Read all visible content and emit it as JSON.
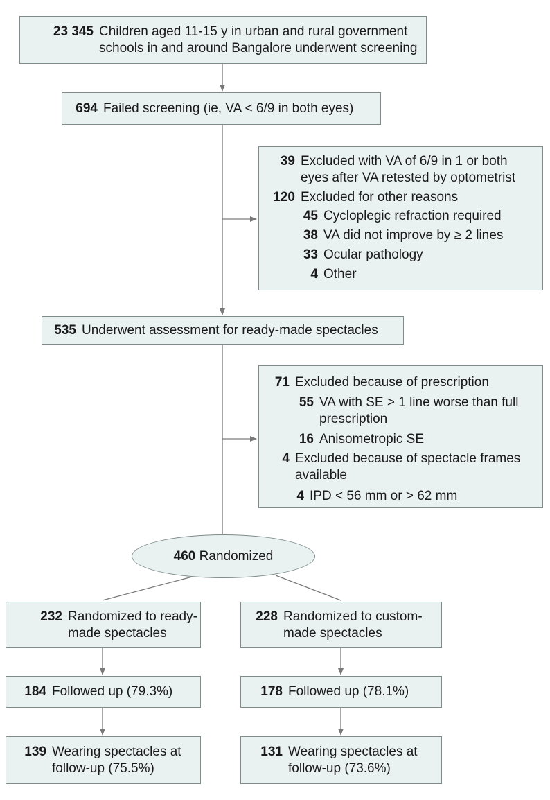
{
  "colors": {
    "box_fill": "#e9f1f1",
    "box_border": "#7f8c8c",
    "line": "#7a7a7a",
    "text": "#1a1a1a"
  },
  "screening": {
    "n": "23 345",
    "line1": "Children aged 11-15 y in urban and rural government",
    "line2": "schools in and around Bangalore underwent screening"
  },
  "failed": {
    "n": "694",
    "text": "Failed screening (ie, VA < 6/9 in both eyes)"
  },
  "excluded1": {
    "retest": {
      "n": "39",
      "line1": "Excluded with VA of 6/9 in 1 or both",
      "line2": "eyes after VA retested by optometrist"
    },
    "other": {
      "n": "120",
      "text": "Excluded for other reasons"
    },
    "sub": [
      {
        "n": "45",
        "text": "Cycloplegic refraction required"
      },
      {
        "n": "38",
        "text": "VA did not improve by ≥ 2 lines"
      },
      {
        "n": "33",
        "text": "Ocular pathology"
      },
      {
        "n": "4",
        "text": "Other"
      }
    ]
  },
  "assessed": {
    "n": "535",
    "text": "Underwent assessment for ready-made spectacles"
  },
  "excluded2": {
    "prescription": {
      "n": "71",
      "text": "Excluded because of prescription"
    },
    "pres_sub": [
      {
        "n": "55",
        "line1": "VA with SE > 1 line worse than full",
        "line2": "prescription"
      },
      {
        "n": "16",
        "line1": "Anisometropic SE",
        "line2": ""
      }
    ],
    "frames": {
      "n": "4",
      "line1": "Excluded because of spectacle frames",
      "line2": "available"
    },
    "frames_sub": {
      "n": "4",
      "text": "IPD < 56 mm or > 62 mm"
    }
  },
  "randomized": {
    "n": "460",
    "text": "Randomized"
  },
  "left": {
    "rand": {
      "n": "232",
      "line1": "Randomized to ready-",
      "line2": "made spectacles"
    },
    "followed": {
      "n": "184",
      "text": "Followed up (79.3%)"
    },
    "wearing": {
      "n": "139",
      "line1": "Wearing spectacles at",
      "line2": "follow-up (75.5%)"
    }
  },
  "right": {
    "rand": {
      "n": "228",
      "line1": "Randomized to custom-",
      "line2": "made spectacles"
    },
    "followed": {
      "n": "178",
      "text": "Followed up (78.1%)"
    },
    "wearing": {
      "n": "131",
      "line1": "Wearing spectacles at",
      "line2": "follow-up (73.6%)"
    }
  }
}
